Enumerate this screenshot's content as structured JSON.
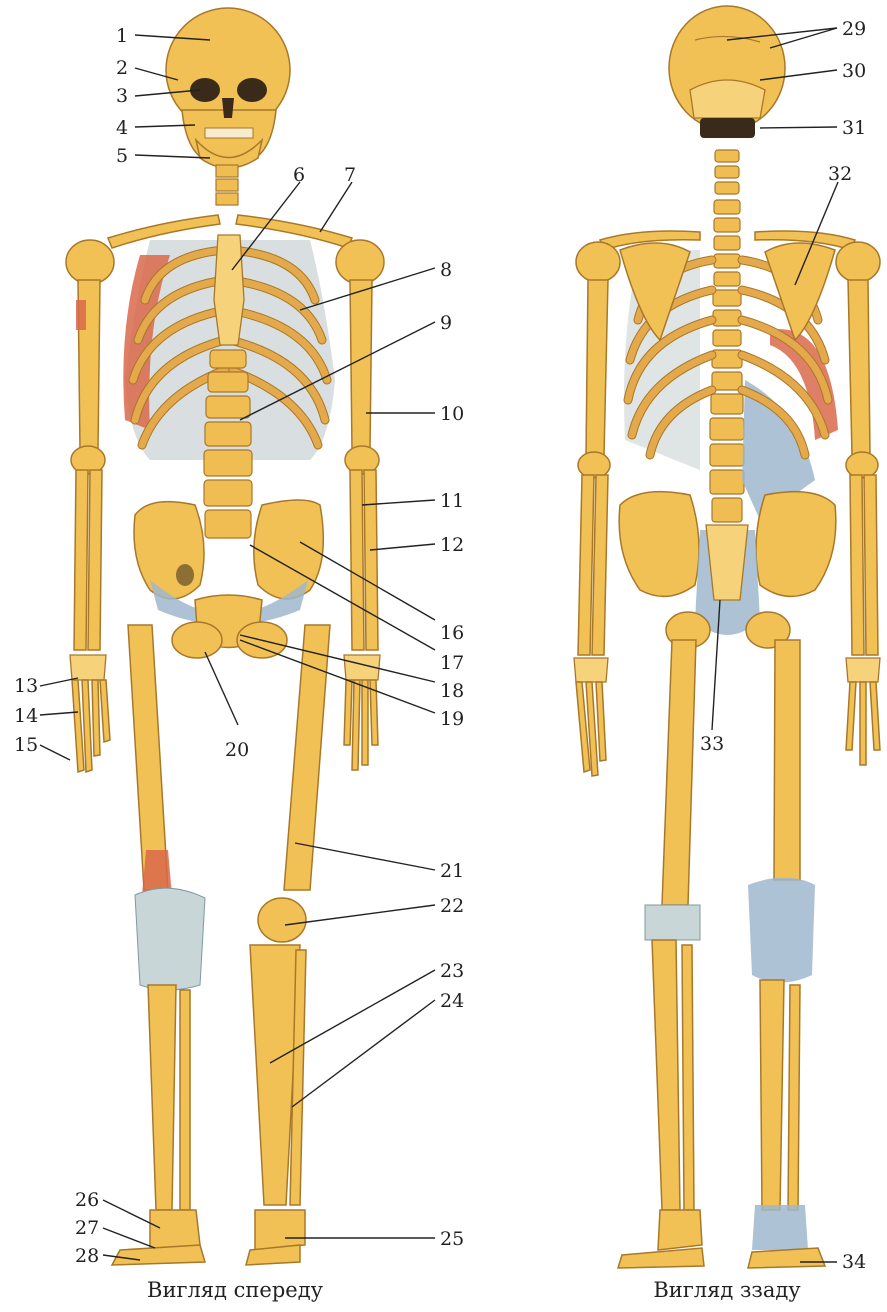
{
  "figure": {
    "captions": {
      "front": "Вигляд спереду",
      "back": "Вигляд ззаду"
    },
    "labels": [
      "1",
      "2",
      "3",
      "4",
      "5",
      "6",
      "7",
      "8",
      "9",
      "10",
      "11",
      "12",
      "13",
      "14",
      "15",
      "16",
      "17",
      "18",
      "19",
      "20",
      "21",
      "22",
      "23",
      "24",
      "25",
      "26",
      "27",
      "28",
      "29",
      "30",
      "31",
      "32",
      "33",
      "34"
    ],
    "colors": {
      "bone": "#f2c155",
      "cartilage": "#c9d6d8",
      "muscle": "#d9694a",
      "ligament": "#9fb7cc"
    }
  }
}
